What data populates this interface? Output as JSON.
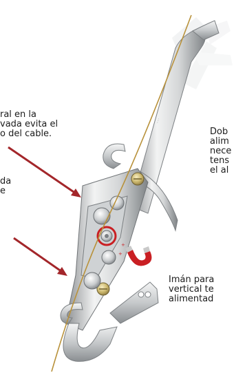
{
  "annotations": {
    "top_left": "ral en la\nvada evita el\no del cable.",
    "mid_left": "da\ne",
    "right": "Dob\nalim\nnece\ntens\nel al",
    "bottom_right": "Imán para\nvertical te\nalimentad"
  },
  "colors": {
    "arrow": "#a3262a",
    "magnet_red": "#c91f23",
    "wire": "#b8913a",
    "metal_light": "#e9eaea",
    "metal_dark": "#8d9093",
    "brass": "#c9b56a"
  },
  "icons": {
    "magnet": "horseshoe-magnet-icon",
    "arrow": "arrow-pointer-icon"
  }
}
